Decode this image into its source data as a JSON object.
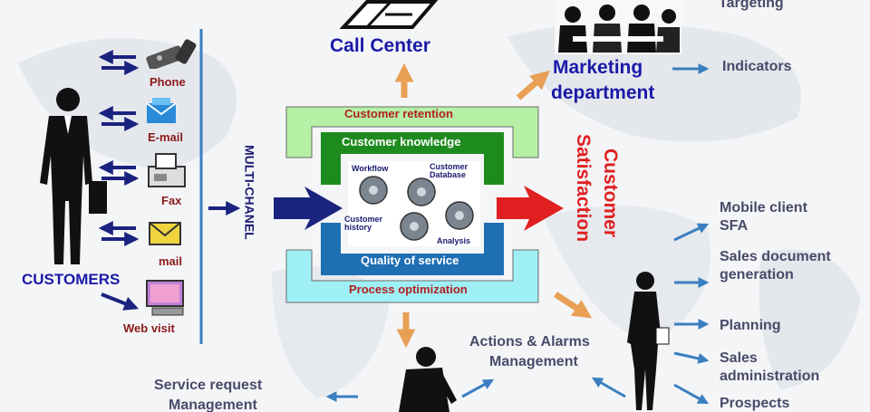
{
  "channels": [
    "Phone",
    "E-mail",
    "Fax",
    "mail",
    "Web visit"
  ],
  "customers_label": "CUSTOMERS",
  "multi_channel_label": "MULTI-CHANEL",
  "top": {
    "call_center": "Call Center",
    "marketing_line1": "Marketing",
    "marketing_line2": "department"
  },
  "marketing_outputs": [
    "Targeting",
    "Indicators"
  ],
  "center": {
    "outer_top": "Customer retention",
    "inner_top": "Customer knowledge",
    "inner_bottom": "Quality of service",
    "outer_bottom": "Process optimization",
    "gears": [
      "Workflow",
      "Customer Database",
      "Customer history",
      "Analysis"
    ]
  },
  "satisfaction": {
    "line1": "Customer",
    "line2": "Satisfaction"
  },
  "sales_outputs": [
    "Mobile client SFA",
    "Sales document generation",
    "Planning",
    "Sales administration",
    "Prospects"
  ],
  "bottom": {
    "actions_line1": "Actions & Alarms",
    "actions_line2": "Management",
    "service_line1": "Service request",
    "service_line2": "Management"
  },
  "colors": {
    "title_blue": "#1a1aa8",
    "channel_red": "#8b1a1a",
    "arrow_navy": "#1a237e",
    "arrow_orange": "#e8a055",
    "arrow_steel": "#3a7fc0",
    "satisfaction_red": "#e02020",
    "ring_top": "#b6f0a4",
    "box_green": "#1e8b1e",
    "box_blue": "#1f6fb3",
    "ring_bottom": "#9ff0f5"
  }
}
